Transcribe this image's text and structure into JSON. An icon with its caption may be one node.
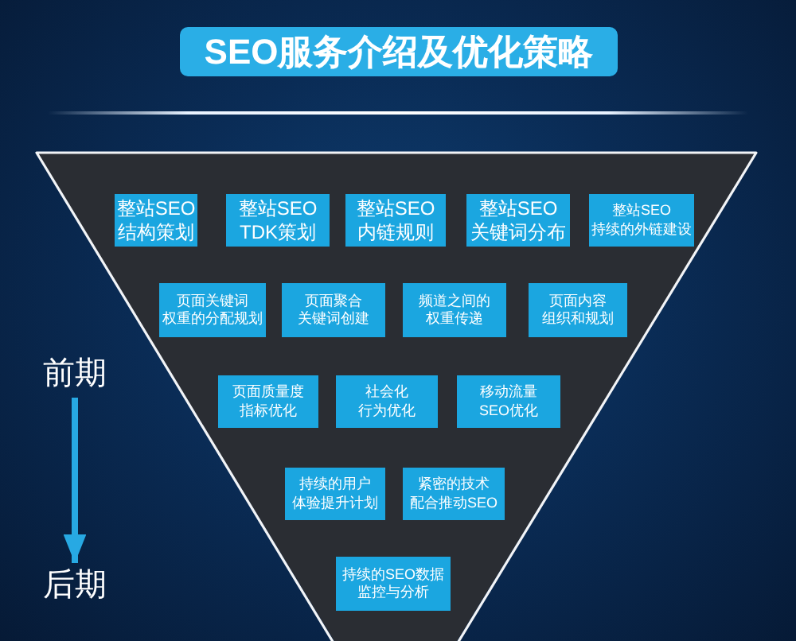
{
  "diagram": {
    "title": "SEO服务介绍及优化策略",
    "nodes": [
      {
        "text": [],
        "shape": "triangle"
      },
      {
        "text": [
          "整站SEO结构策划"
        ],
        "in": 0
      },
      {
        "text": [
          "整站SEO TDK策划"
        ],
        "in": 0
      },
      {
        "text": [
          "整站SEO内链规则"
        ],
        "in": 0
      },
      {
        "text": [
          "整站SEO关键词分布"
        ],
        "in": 0
      },
      {
        "text": [
          "整站SEO持续的外链建设"
        ],
        "in": 0
      },
      {
        "text": [
          "页面关键词权重的分配规划"
        ],
        "in": 0
      },
      {
        "text": [
          "页面聚合关键词创建"
        ],
        "in": 0
      },
      {
        "text": [
          "频道之间的权重传递"
        ],
        "in": 0
      },
      {
        "text": [
          "页面内容组织和规划"
        ],
        "in": 0
      },
      {
        "text": [
          "前期"
        ]
      },
      {
        "text": [
          "页面质量度指标优化"
        ],
        "in": 0
      },
      {
        "text": [
          "社会化行为优化"
        ],
        "in": 0
      },
      {
        "text": [
          "移动流量SEO优化"
        ],
        "in": 0
      },
      {
        "text": [
          "持续的用户体验提升计划"
        ],
        "in": 0
      },
      {
        "text": [
          "紧密的技术配合推动SEO"
        ],
        "in": 0
      },
      {
        "text": [
          "后期"
        ]
      },
      {
        "text": [
          "持续的SEO数据监控与分析"
        ],
        "in": 0
      }
    ],
    "edges": [
      {
        "from": 10,
        "to": 16,
        "arrow": "to"
      }
    ]
  }
}
